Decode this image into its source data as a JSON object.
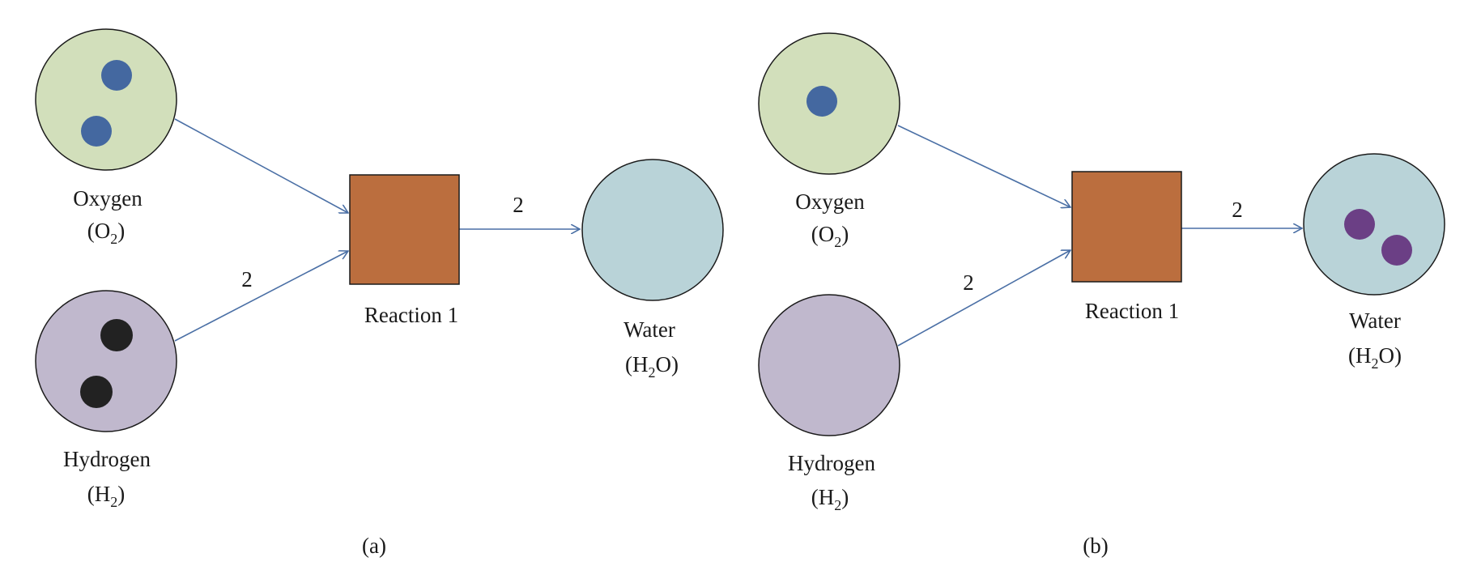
{
  "colors": {
    "oxygen_fill": "#d2dfbb",
    "hydrogen_fill": "#c0b8cd",
    "water_fill": "#b9d3d8",
    "transition_fill": "#bb6e3e",
    "arc_color": "#4a6fa5",
    "oxygen_token": "#4468a0",
    "hydrogen_token": "#222222",
    "water_token": "#6b3f85",
    "outline": "#1a1a1a"
  },
  "panels": [
    {
      "caption": "(a)",
      "places": {
        "oxygen": {
          "name": "Oxygen",
          "formula_pre": "(O",
          "formula_sub": "2",
          "formula_post": ")",
          "tokens": 2
        },
        "hydrogen": {
          "name": "Hydrogen",
          "formula_pre": "(H",
          "formula_sub": "2",
          "formula_post": ")",
          "tokens": 2
        },
        "water": {
          "name": "Water",
          "formula_pre": "(H",
          "formula_sub": "2",
          "formula_post": "O)",
          "tokens": 0
        }
      },
      "transition": {
        "label": "Reaction 1"
      },
      "arcs": {
        "oxygen_to_reaction": "",
        "hydrogen_to_reaction": "2",
        "reaction_to_water": "2"
      }
    },
    {
      "caption": "(b)",
      "places": {
        "oxygen": {
          "name": "Oxygen",
          "formula_pre": "(O",
          "formula_sub": "2",
          "formula_post": ")",
          "tokens": 1
        },
        "hydrogen": {
          "name": "Hydrogen",
          "formula_pre": "(H",
          "formula_sub": "2",
          "formula_post": ")",
          "tokens": 0
        },
        "water": {
          "name": "Water",
          "formula_pre": "(H",
          "formula_sub": "2",
          "formula_post": "O)",
          "tokens": 2
        }
      },
      "transition": {
        "label": "Reaction 1"
      },
      "arcs": {
        "oxygen_to_reaction": "",
        "hydrogen_to_reaction": "2",
        "reaction_to_water": "2"
      }
    }
  ]
}
